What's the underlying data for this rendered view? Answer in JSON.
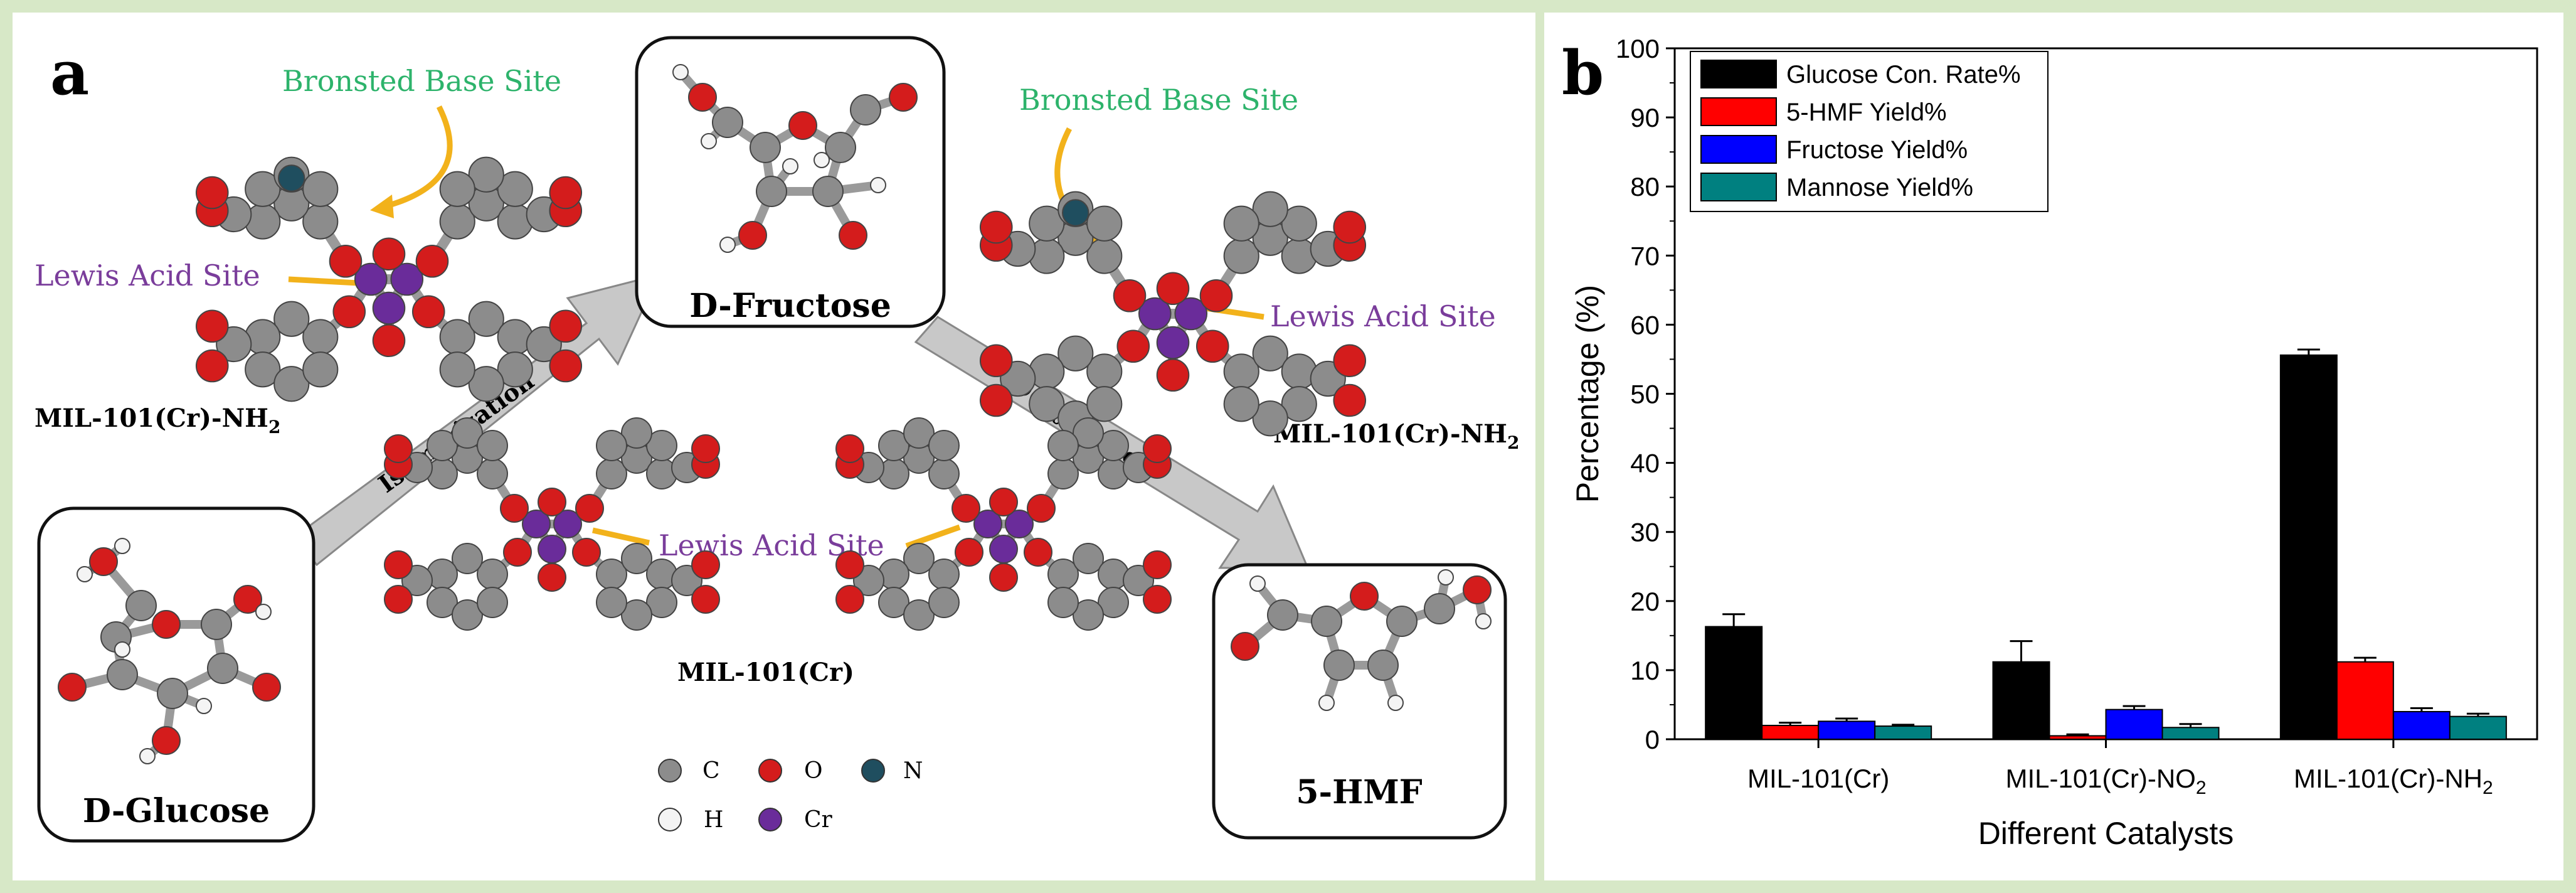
{
  "colors": {
    "frame": "#d7e8c7",
    "green_label": "#2db36b",
    "purple_label": "#7a3d9b",
    "arrow_fill": "#c8c8c8",
    "yellow_pointer": "#f2b21b",
    "atom_c": "#8c8c8c",
    "atom_o": "#d41c1c",
    "atom_n": "#1f4e5f",
    "atom_h": "#f4f4f4",
    "atom_cr": "#6a2c9a",
    "bar_black": "#000000",
    "bar_red": "#ff0000",
    "bar_blue": "#0000ff",
    "bar_teal": "#008080"
  },
  "panel_a": {
    "letter": "a",
    "bronsted_left": "Bronsted Base Site",
    "bronsted_right": "Bronsted Base Site",
    "lewis_left": "Lewis Acid Site",
    "lewis_right": "Lewis Acid Site",
    "lewis_center": "Lewis Acid Site",
    "mof_nh2_left_base": "MIL-101(Cr)-NH",
    "mof_nh2_left_sub": "2",
    "mof_nh2_right_base": "MIL-101(Cr)-NH",
    "mof_nh2_right_sub": "2",
    "mof_center": "MIL-101(Cr)",
    "glucose": "D-Glucose",
    "fructose": "D-Fructose",
    "hmf": "5-HMF",
    "arrow_isomerization": "Isomerization",
    "arrow_dehydration": "Dehydration",
    "legend": [
      {
        "key": "c",
        "label": "C"
      },
      {
        "key": "o",
        "label": "O"
      },
      {
        "key": "n",
        "label": "N"
      },
      {
        "key": "h",
        "label": "H"
      },
      {
        "key": "cr",
        "label": "Cr"
      }
    ]
  },
  "chart_data": {
    "type": "bar",
    "panel_letter": "b",
    "categories": [
      {
        "base": "MIL-101(Cr)",
        "sub": ""
      },
      {
        "base": "MIL-101(Cr)-NO",
        "sub": "2"
      },
      {
        "base": "MIL-101(Cr)-NH",
        "sub": "2"
      }
    ],
    "series": [
      {
        "name": "Glucose Con. Rate%",
        "color": "#000000",
        "values": [
          16.3,
          11.2,
          55.6
        ],
        "errors": [
          1.8,
          3.0,
          0.8
        ]
      },
      {
        "name": "5-HMF Yield%",
        "color": "#ff0000",
        "values": [
          2.0,
          0.5,
          11.2
        ],
        "errors": [
          0.4,
          0.2,
          0.6
        ]
      },
      {
        "name": "Fructose Yield%",
        "color": "#0000ff",
        "values": [
          2.6,
          4.3,
          4.0
        ],
        "errors": [
          0.4,
          0.5,
          0.5
        ]
      },
      {
        "name": "Mannose Yield%",
        "color": "#008080",
        "values": [
          1.9,
          1.7,
          3.3
        ],
        "errors": [
          0.2,
          0.5,
          0.4
        ]
      }
    ],
    "xlabel": "Different Catalysts",
    "ylabel": "Percentage (%)",
    "ylim": [
      0,
      100
    ],
    "yticks": [
      "0",
      "10",
      "20",
      "30",
      "40",
      "50",
      "60",
      "70",
      "80",
      "90",
      "100"
    ],
    "legend_position": "top-left"
  }
}
